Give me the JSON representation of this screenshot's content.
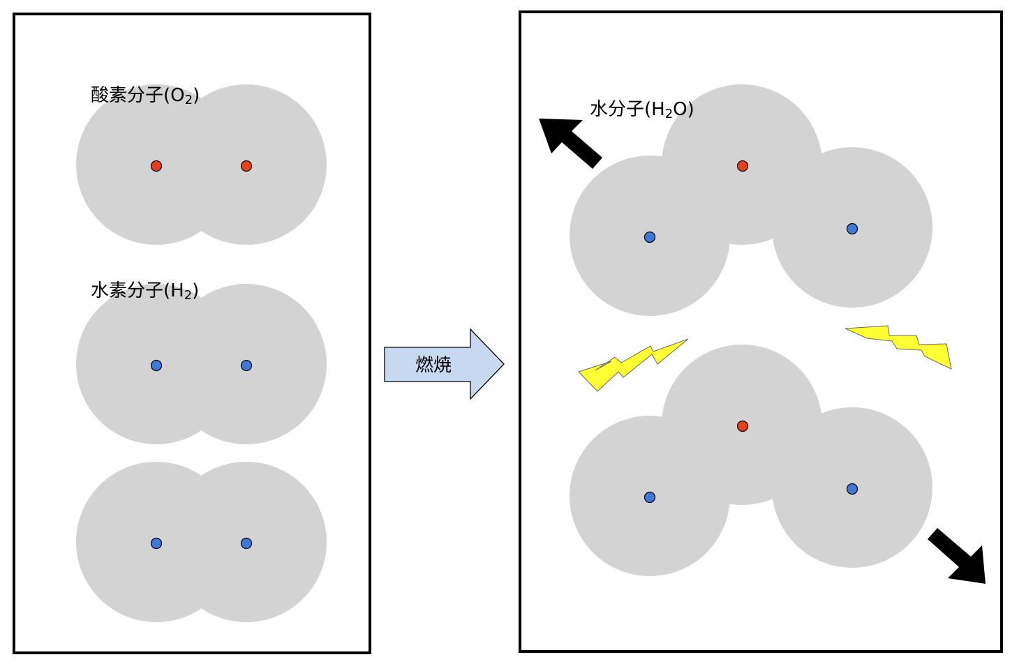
{
  "reactants_panel": {
    "oxygen_label": {
      "main": "酸素分子(O",
      "sub": "2",
      "tail": ")"
    },
    "hydrogen_label": {
      "main": "水素分子(H",
      "sub": "2",
      "tail": ")"
    }
  },
  "reaction_arrow": {
    "label": "燃焼"
  },
  "products_panel": {
    "water_label": {
      "main": "水分子(H",
      "sub": "2",
      "tail": "O)"
    }
  },
  "colors": {
    "molecule_fill": "#d3d3d3",
    "oxygen_atom": "#e8401c",
    "hydrogen_atom": "#3f78d8",
    "arrow_fill": "#c6d9f0",
    "spark_fill": "#ffff33",
    "motion_arrow": "#000000"
  }
}
